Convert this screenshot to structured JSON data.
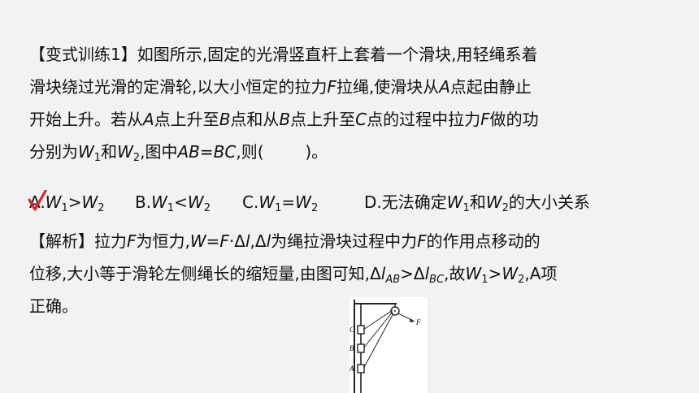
{
  "question": {
    "tag": "【变式训练1】",
    "line1_text": "如图所示,固定的光滑竖直杆上套着一个滑块,用轻绳系着",
    "line2_a": "滑块绕过光滑的定滑轮,以大小恒定的拉力",
    "line2_F": "F",
    "line2_b": "拉绳,使滑块从",
    "line2_A": "A",
    "line2_c": "点起由静止",
    "line3_a": "开始上升。若从",
    "line3_A": "A",
    "line3_b": "点上升至",
    "line3_B1": "B",
    "line3_c": "点和从",
    "line3_B2": "B",
    "line3_d": "点上升至",
    "line3_C": "C",
    "line3_e": "点的过程中拉力",
    "line3_F": "F",
    "line3_f": "做的功",
    "line4_a": "分别为",
    "line4_W1": "W",
    "line4_sub1": "1",
    "line4_b": "和",
    "line4_W2": "W",
    "line4_sub2": "2",
    "line4_c": ",图中",
    "line4_eq": "AB=BC",
    "line4_d": ",则(",
    "line4_blank": "        ",
    "line4_e": ")。"
  },
  "options": {
    "a_label": "A.",
    "a_w": "W",
    "a_s1": "1",
    "a_op": ">",
    "a_w2": "W",
    "a_s2": "2",
    "b_label": "B.",
    "b_w": "W",
    "b_s1": "1",
    "b_op": "<",
    "b_w2": "W",
    "b_s2": "2",
    "c_label": "C.",
    "c_w": "W",
    "c_s1": "1",
    "c_op": "=",
    "c_w2": "W",
    "c_s2": "2",
    "d_label": "D.无法确定",
    "d_w": "W",
    "d_s1": "1",
    "d_and": "和",
    "d_w2": "W",
    "d_s2": "2",
    "d_tail": "的大小关系"
  },
  "analysis": {
    "tag": "【解析】",
    "l1_a": "拉力",
    "l1_F": "F",
    "l1_b": "为恒力,",
    "l1_W": "W",
    "l1_c": "=",
    "l1_F2": "F",
    "l1_d": "·Δ",
    "l1_l": "l",
    "l1_e": ",Δ",
    "l1_l2": "l",
    "l1_f": "为绳拉滑块过程中力",
    "l1_F3": "F",
    "l1_g": "的作用点移动的",
    "l2_a": "位移,大小等于滑轮左侧绳长的缩短量,由图可知,Δ",
    "l2_l": "l",
    "l2_sAB": "AB",
    "l2_b": ">Δ",
    "l2_l2": "l",
    "l2_sBC": "BC",
    "l2_c": ",故",
    "l2_W1": "W",
    "l2_s1": "1",
    "l2_d": ">",
    "l2_W2": "W",
    "l2_s2": "2",
    "l2_e": ",A项",
    "l3": "正确。"
  },
  "figure": {
    "label_C": "C",
    "label_B": "B",
    "label_A": "A",
    "label_F": "F"
  },
  "colors": {
    "text": "#111111",
    "check": "#d9252a",
    "background": "#f2f2f2"
  },
  "icons": {
    "answer_mark": "red-checkmark-icon"
  }
}
